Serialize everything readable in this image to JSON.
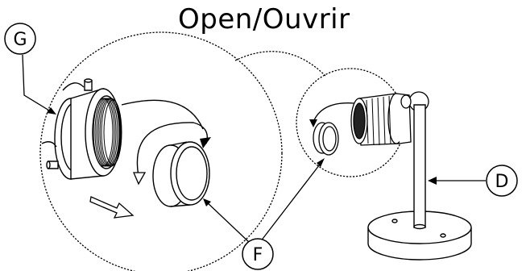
{
  "title": "Open/Ouvrir",
  "callouts": {
    "g": "G",
    "f": "F",
    "d": "D"
  },
  "colors": {
    "line": "#000000",
    "background": "#ffffff"
  }
}
